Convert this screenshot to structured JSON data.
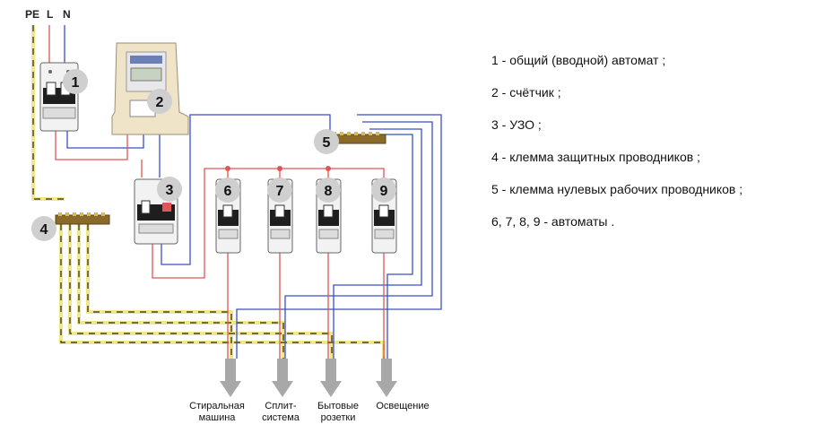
{
  "wires": {
    "pe": "PE",
    "l": "L",
    "n": "N"
  },
  "components": {
    "main_breaker": "1",
    "meter": "2",
    "rcd": "3",
    "pe_terminal": "4",
    "n_terminal": "5",
    "breakers": [
      "6",
      "7",
      "8",
      "9"
    ]
  },
  "loads": [
    {
      "line1": "Стиральная",
      "line2": "машина"
    },
    {
      "line1": "Сплит-",
      "line2": "система"
    },
    {
      "line1": "Бытовые",
      "line2": "розетки"
    },
    {
      "line1": "Освещение",
      "line2": ""
    }
  ],
  "legend": [
    "1 - общий (вводной) автомат ;",
    "2 - счётчик ;",
    "3 - УЗО ;",
    "4 - клемма защитных проводников ;",
    "5 - клемма нулевых рабочих проводников ;",
    "6, 7, 8, 9 - автоматы ."
  ],
  "colors": {
    "phase": "#e05555",
    "neutral": "#3b4ec8",
    "pe_yellow": "#f0e68a",
    "pe_green": "#222222",
    "badge": "#cfcfcf"
  }
}
